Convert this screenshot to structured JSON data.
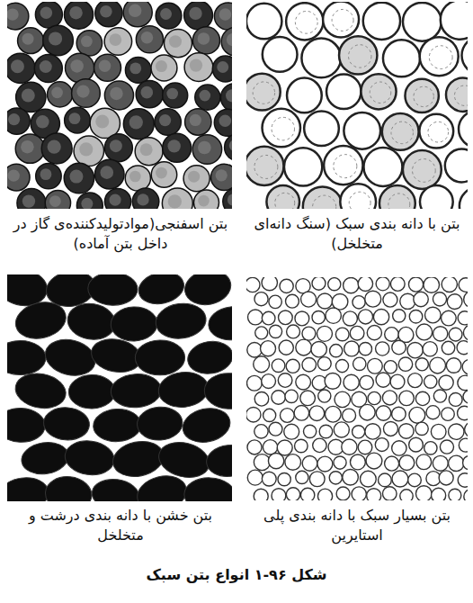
{
  "diagram": {
    "caption": "شکل ۹۶-۱ انواع بتن سبک",
    "labels": [
      "بتن اسفنجی(موادتولیدکننده‌ی گاز در داخل بتن آماده)",
      "بتن با دانه بندی سبک (سنگ دانه‌ای متخلخل)",
      "بتن خشن با دانه بندی درشت و متخلخل",
      "بتن بسیار سبک با دانه بندی پلی استایرین"
    ]
  }
}
